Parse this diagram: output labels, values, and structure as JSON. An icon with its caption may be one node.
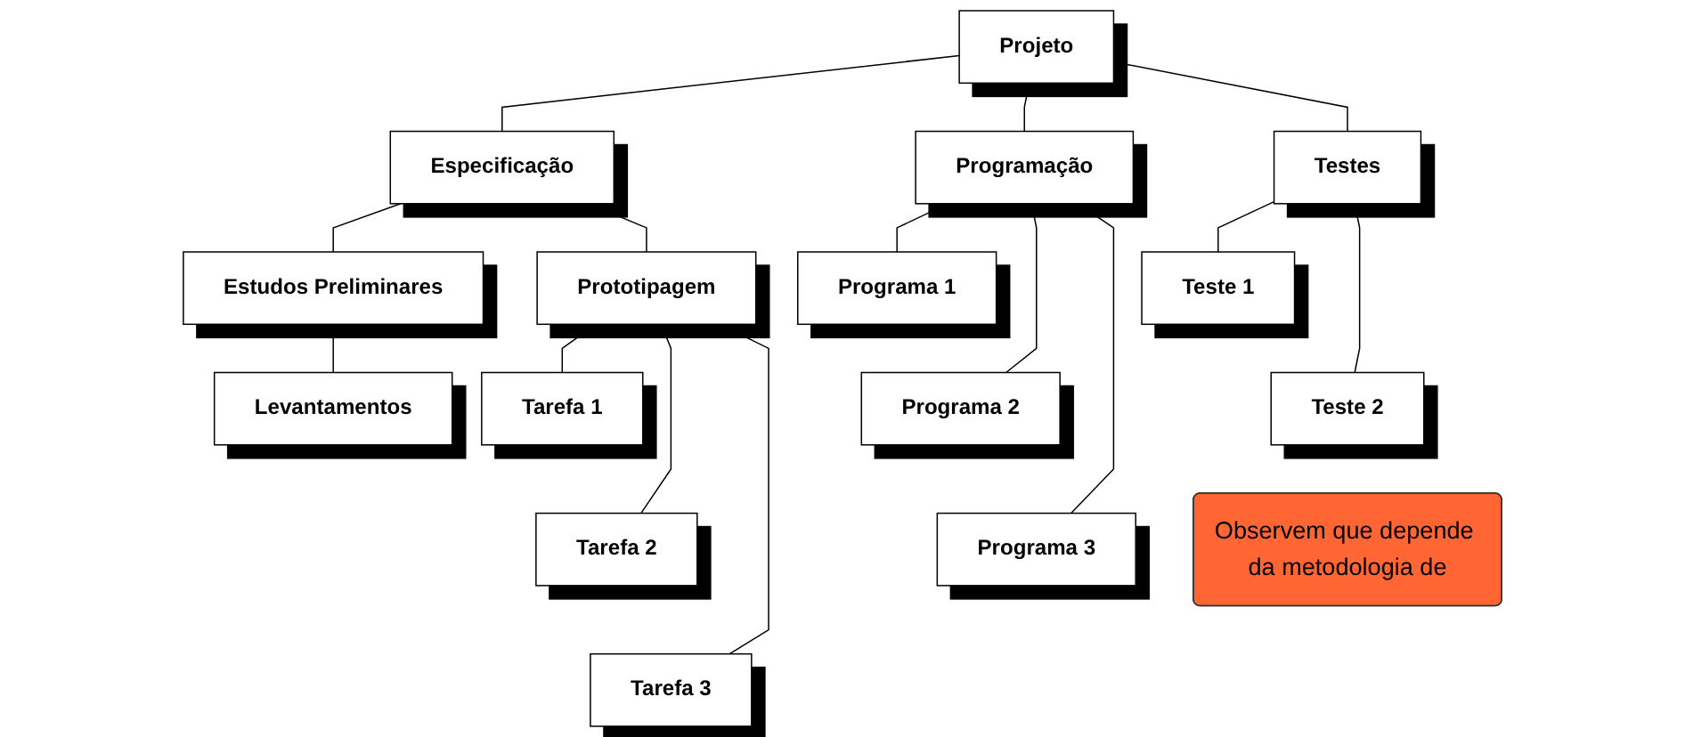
{
  "diagram": {
    "nodes": [
      {
        "text": [
          "Projeto"
        ]
      },
      {
        "text": [
          "Especificação"
        ]
      },
      {
        "text": [
          "Programação"
        ]
      },
      {
        "text": [
          "Testes"
        ]
      },
      {
        "text": [
          "Estudos Preliminares"
        ]
      },
      {
        "text": [
          "Prototipagem"
        ]
      },
      {
        "text": [
          "Levantamentos"
        ]
      },
      {
        "text": [
          "Tarefa 1"
        ]
      },
      {
        "text": [
          "Tarefa 2"
        ]
      },
      {
        "text": [
          "Tarefa 3"
        ]
      },
      {
        "text": [
          "Programa 1"
        ]
      },
      {
        "text": [
          "Programa 2"
        ]
      },
      {
        "text": [
          "Programa 3"
        ]
      },
      {
        "text": [
          "Teste 1"
        ]
      },
      {
        "text": [
          "Teste 2"
        ]
      },
      {
        "text": [
          "Observem que depende da metodologia de"
        ]
      }
    ],
    "edges": [
      {
        "from": 0,
        "to": 1,
        "arrow": "none"
      },
      {
        "from": 0,
        "to": 2,
        "arrow": "none"
      },
      {
        "from": 0,
        "to": 3,
        "arrow": "none"
      },
      {
        "from": 1,
        "to": 4,
        "arrow": "none"
      },
      {
        "from": 1,
        "to": 5,
        "arrow": "none"
      },
      {
        "from": 4,
        "to": 6,
        "arrow": "none"
      },
      {
        "from": 5,
        "to": 7,
        "arrow": "none"
      },
      {
        "from": 5,
        "to": 8,
        "arrow": "none"
      },
      {
        "from": 5,
        "to": 9,
        "arrow": "none"
      },
      {
        "from": 2,
        "to": 10,
        "arrow": "none"
      },
      {
        "from": 2,
        "to": 11,
        "arrow": "none"
      },
      {
        "from": 2,
        "to": 12,
        "arrow": "none"
      },
      {
        "from": 3,
        "to": 13,
        "arrow": "none"
      },
      {
        "from": 3,
        "to": 14,
        "arrow": "none"
      }
    ]
  }
}
